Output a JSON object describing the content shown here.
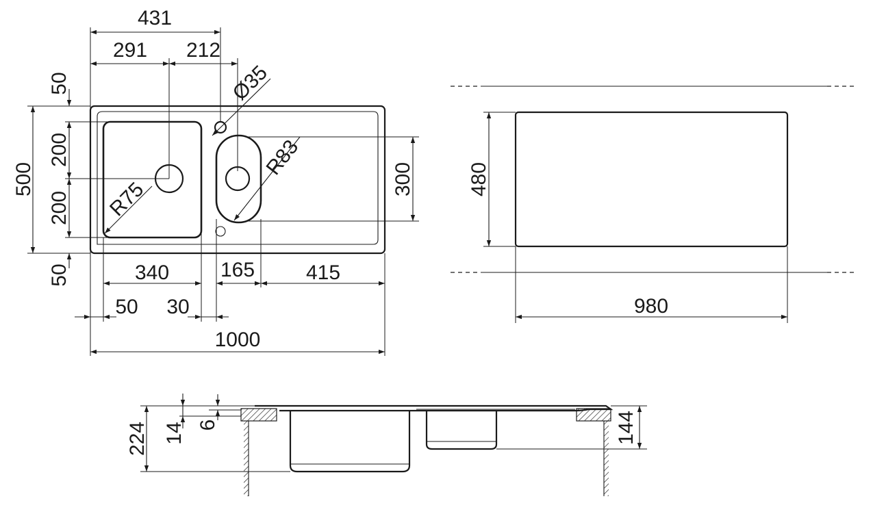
{
  "top_view": {
    "d_431": "431",
    "d_291": "291",
    "d_212": "212",
    "d_35": "Ø35",
    "d_50_top": "50",
    "d_200_upper": "200",
    "d_200_lower": "200",
    "d_50_bottom": "50",
    "d_500": "500",
    "d_r75": "R75",
    "d_r83": "R83",
    "d_300": "300",
    "d_340": "340",
    "d_165": "165",
    "d_415": "415",
    "d_50_left": "50",
    "d_30": "30",
    "d_1000": "1000"
  },
  "cutout_view": {
    "d_480": "480",
    "d_980": "980"
  },
  "section_view": {
    "d_224": "224",
    "d_14": "14",
    "d_6": "6",
    "d_144": "144"
  }
}
